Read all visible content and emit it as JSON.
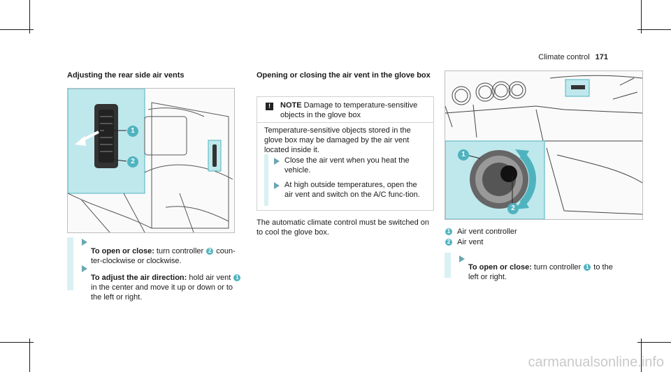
{
  "header": {
    "section": "Climate control",
    "page": "171"
  },
  "left": {
    "heading": "Adjusting the rear side air vents",
    "steps": [
      {
        "bold": "To open or close:",
        "text_a": " turn controller ",
        "num": "2",
        "text_b": " coun-\nter-clockwise or clockwise."
      },
      {
        "bold": "To adjust the air direction:",
        "text_a": " hold air vent ",
        "num": "1",
        "text_b": "\nin the center and move it up or down or to\nthe left or right."
      }
    ],
    "callouts": [
      "1",
      "2"
    ]
  },
  "middle": {
    "heading": "Opening or closing the air vent in the glove box",
    "note": {
      "symbol": "!",
      "label": "NOTE",
      "title": " Damage to temperature-sensitive objects in the glove box",
      "body": "Temperature-sensitive objects stored in the glove box may be damaged by the air vent located inside it.",
      "bullets": [
        "Close the air vent when you heat the vehicle.",
        "At high outside temperatures, open the air vent and switch on the A/C func-tion."
      ]
    },
    "paragraph": "The automatic climate control must be switched on to cool the glove box."
  },
  "right": {
    "legend": [
      {
        "num": "1",
        "label": "Air vent controller"
      },
      {
        "num": "2",
        "label": "Air vent"
      }
    ],
    "step": {
      "bold": "To open or close:",
      "text_a": " turn controller ",
      "num": "1",
      "text_b": " to the\nleft or right."
    },
    "callouts": [
      "1",
      "2"
    ]
  },
  "watermark": "carmanualsonline.info",
  "colors": {
    "accent": "#4fb3bf",
    "highlight": "#bfe8ec",
    "step_bg": "#d9f1f3"
  }
}
